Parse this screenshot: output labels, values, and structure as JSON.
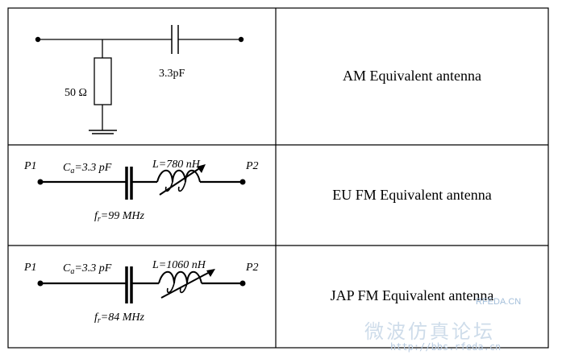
{
  "rows": [
    {
      "label": "AM Equivalent antenna",
      "capacitor": "3.3pF",
      "resistor": "50 Ω"
    },
    {
      "label": "EU FM Equivalent antenna",
      "port1": "P1",
      "port2": "P2",
      "ca_symbol": "C",
      "ca_sub": "a",
      "ca_value": "=3.3 pF",
      "inductor": "L=780 nH",
      "fr_symbol": "f",
      "fr_sub": "r",
      "fr_value": "=99 MHz"
    },
    {
      "label": "JAP FM Equivalent antenna",
      "port1": "P1",
      "port2": "P2",
      "ca_symbol": "C",
      "ca_sub": "a",
      "ca_value": "=3.3 pF",
      "inductor": "L=1060 nH",
      "fr_symbol": "f",
      "fr_sub": "r",
      "fr_value": "=84 MHz"
    }
  ],
  "watermark": {
    "brand": "RFEDA.CN",
    "chinese": "微波仿真论坛",
    "url": "http://bbs.rfeda.cn"
  },
  "colors": {
    "line": "#000000",
    "border": "#000000",
    "watermark": "#c9d9e8"
  }
}
